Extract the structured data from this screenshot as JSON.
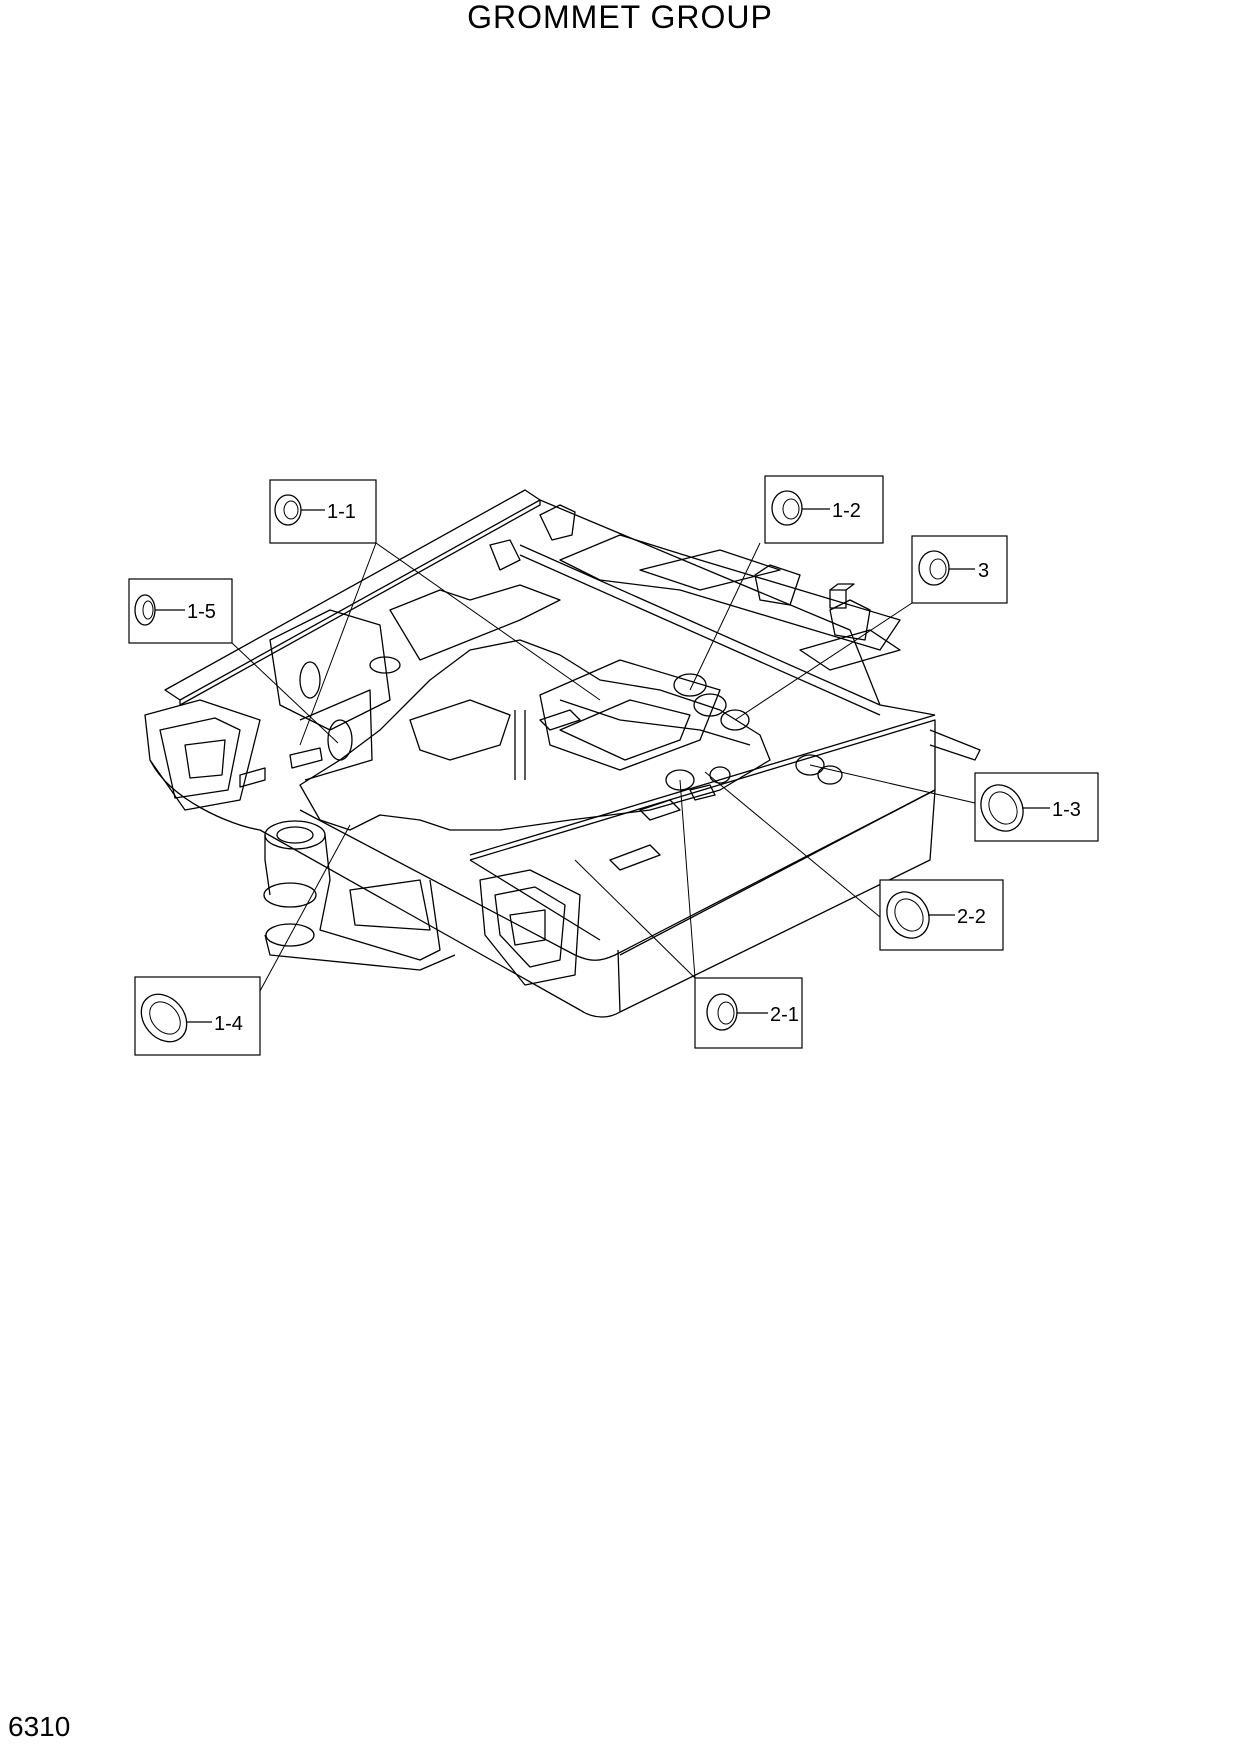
{
  "title": "GROMMET GROUP",
  "page_number": "6310",
  "callouts": [
    {
      "id": "1-1",
      "label": "1-1"
    },
    {
      "id": "1-2",
      "label": "1-2"
    },
    {
      "id": "3",
      "label": "3"
    },
    {
      "id": "1-5",
      "label": "1-5"
    },
    {
      "id": "1-3",
      "label": "1-3"
    },
    {
      "id": "2-2",
      "label": "2-2"
    },
    {
      "id": "1-4",
      "label": "1-4"
    },
    {
      "id": "2-1",
      "label": "2-1"
    }
  ]
}
